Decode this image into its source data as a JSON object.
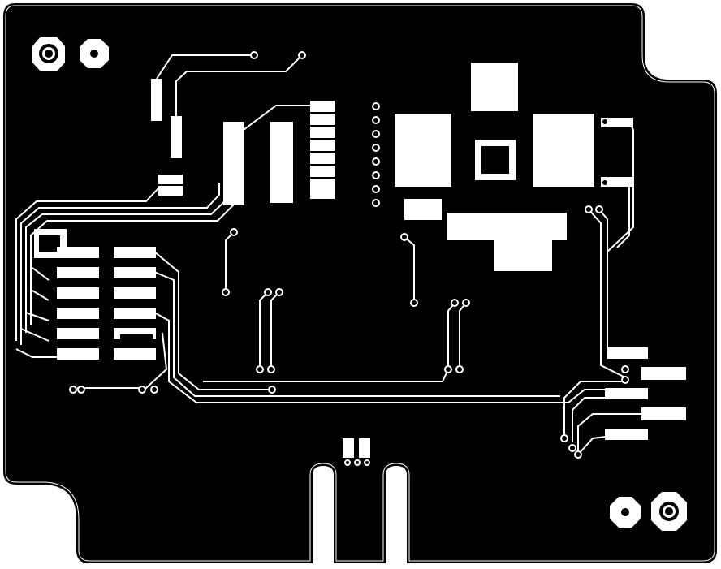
{
  "colors": {
    "background": "#ffffff",
    "board_fill": "#000000",
    "copper": "#ffffff",
    "outline": "#ffffff"
  },
  "icons": [
    "mounting-hole-icon",
    "octagon-via-icon",
    "qfn-chip-icon"
  ],
  "components": {
    "qfn_chip": "qfn-32",
    "smd_pad_columns": 2,
    "smd_pad_rows": 6,
    "header_pads": 8
  }
}
